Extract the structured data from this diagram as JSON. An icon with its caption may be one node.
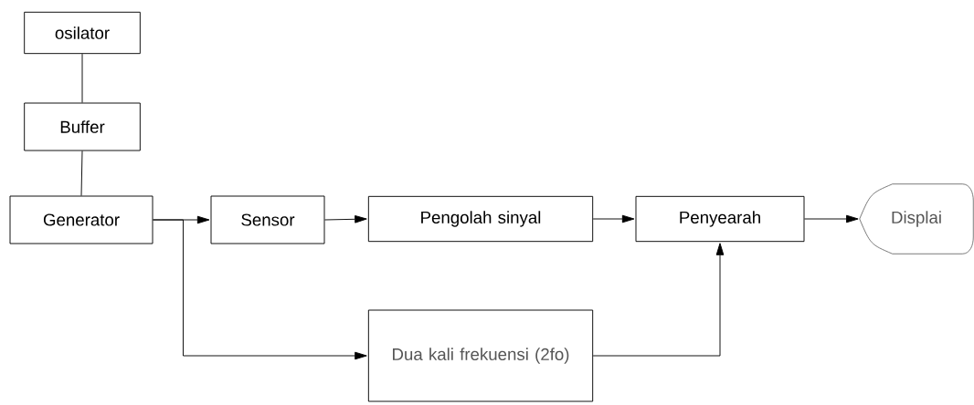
{
  "diagram": {
    "nodes": [
      {
        "text": [
          "osilator"
        ]
      },
      {
        "text": [
          "Buffer"
        ]
      },
      {
        "text": [
          "Generator"
        ]
      },
      {
        "text": [
          "Sensor"
        ]
      },
      {
        "text": [
          "Pengolah sinyal"
        ]
      },
      {
        "text": [
          "Penyearah"
        ]
      },
      {
        "text": [
          "Displai"
        ]
      },
      {
        "text": [
          "Dua kali frekuensi (2fo)"
        ]
      }
    ],
    "edges": [
      {
        "from": 0,
        "to": 1,
        "arrow": "none"
      },
      {
        "from": 1,
        "to": 2,
        "arrow": "none"
      },
      {
        "from": 2,
        "to": 3,
        "arrow": "to"
      },
      {
        "from": 3,
        "to": 4,
        "arrow": "to"
      },
      {
        "from": 4,
        "to": 5,
        "arrow": "to"
      },
      {
        "from": 5,
        "to": 6,
        "arrow": "to"
      },
      {
        "from": 2,
        "to": 7,
        "arrow": "to"
      },
      {
        "from": 7,
        "to": 5,
        "arrow": "to"
      }
    ]
  }
}
